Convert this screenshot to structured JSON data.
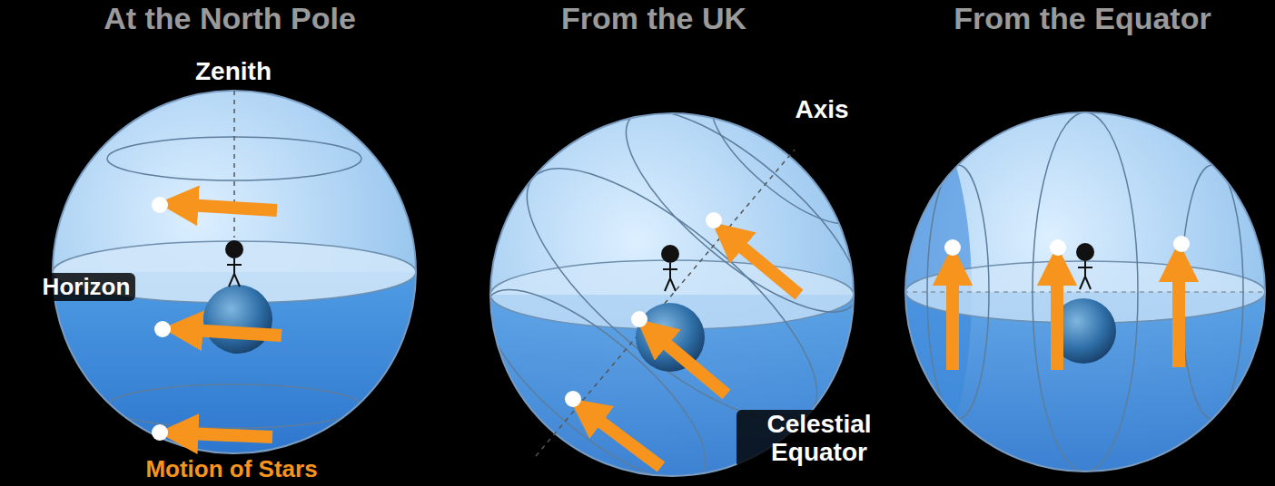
{
  "diagram": {
    "labels": [
      "At the North Pole",
      "From the UK",
      "From the Equator",
      "Zenith",
      "Horizon",
      "Motion of Stars",
      "Axis",
      "Celestial Equator"
    ]
  }
}
